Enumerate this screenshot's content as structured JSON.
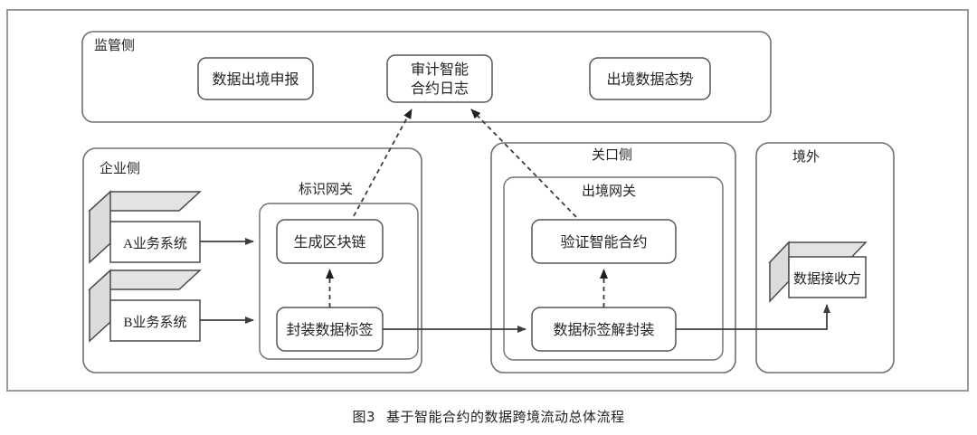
{
  "figure": {
    "caption_number": "图3",
    "caption_text": "基于智能合约的数据跨境流动总体流程"
  },
  "colors": {
    "frame_stroke": "#9a9a9a",
    "panel_stroke": "#6f6f6f",
    "node_stroke": "#555555",
    "arrow": "#3d3d3d",
    "cube_top": "#e3e3e3",
    "cube_side": "#dcdcdc",
    "background": "#ffffff",
    "text": "#232323"
  },
  "panels": {
    "regulator": {
      "label": "监管侧",
      "nodes": [
        {
          "label": "数据出境申报"
        },
        {
          "label_line1": "审计智能",
          "label_line2": "合约日志"
        },
        {
          "label": "出境数据态势"
        }
      ]
    },
    "enterprise": {
      "label": "企业侧",
      "gateway_label": "标识网关",
      "systems": [
        {
          "label": "A业务系统"
        },
        {
          "label": "B业务系统"
        }
      ],
      "nodes": [
        {
          "label": "生成区块链"
        },
        {
          "label": "封装数据标签"
        }
      ]
    },
    "customs": {
      "label": "关口侧",
      "gateway_label": "出境网关",
      "nodes": [
        {
          "label": "验证智能合约"
        },
        {
          "label": "数据标签解封装"
        }
      ]
    },
    "overseas": {
      "label": "境外",
      "receiver": {
        "label": "数据接收方"
      }
    }
  }
}
